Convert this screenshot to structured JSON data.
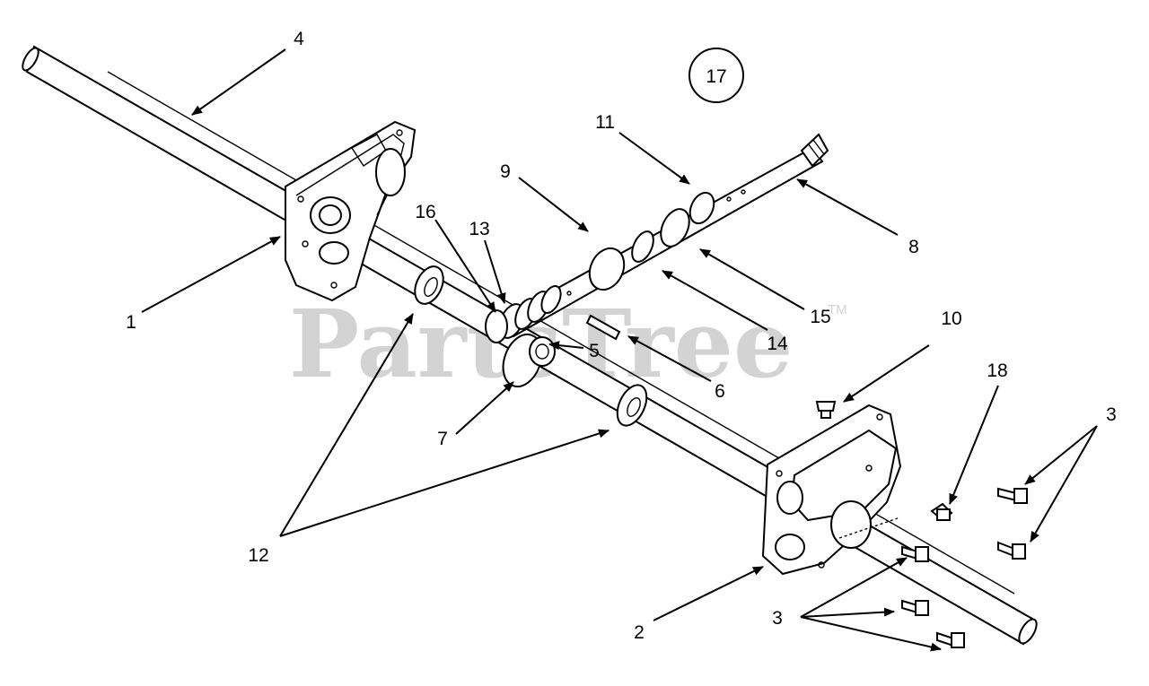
{
  "diagram": {
    "assembly_number": "17",
    "watermark": "PartsTree",
    "trademark": "TM",
    "callouts": {
      "c1": "1",
      "c2": "2",
      "c3a": "3",
      "c3b": "3",
      "c4": "4",
      "c5": "5",
      "c6": "6",
      "c7": "7",
      "c8": "8",
      "c9": "9",
      "c10": "10",
      "c11": "11",
      "c12": "12",
      "c13": "13",
      "c14": "14",
      "c15": "15",
      "c16": "16",
      "c18": "18"
    }
  }
}
